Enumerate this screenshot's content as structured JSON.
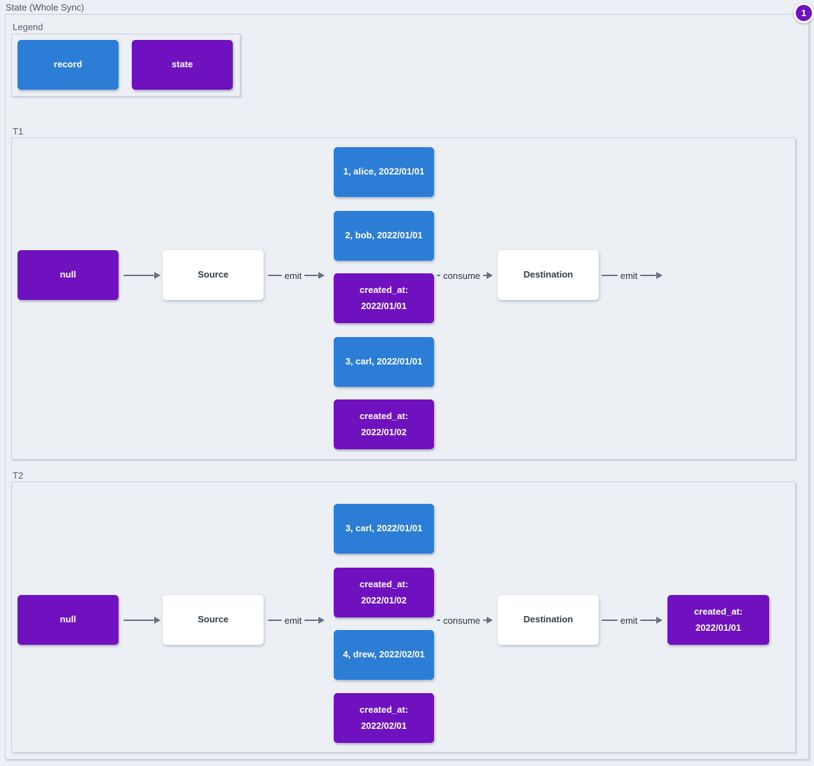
{
  "title": "State (Whole Sync)",
  "badge": {
    "label": "1"
  },
  "colors": {
    "record_blue": "#2b7dd6",
    "state_purple": "#7011bf",
    "canvas_background": "#ecf0f4",
    "container_border": "#c7cfd9",
    "arrow_gray": "#67727e"
  },
  "legend": {
    "label": "Legend",
    "items": [
      {
        "type": "record",
        "label": "record"
      },
      {
        "type": "state",
        "label": "state"
      }
    ]
  },
  "sections": {
    "t1": {
      "label": "T1",
      "nodes": {
        "null_state": "null",
        "source": "Source",
        "destination": "Destination"
      },
      "edges": {
        "emit_left": "emit",
        "consume": "consume",
        "emit_right": "emit"
      },
      "stack": [
        {
          "type": "record",
          "text": "1, alice, 2022/01/01"
        },
        {
          "type": "record",
          "text": "2, bob, 2022/01/01"
        },
        {
          "type": "state",
          "text": "created_at:\n2022/01/01"
        },
        {
          "type": "record",
          "text": "3, carl, 2022/01/01"
        },
        {
          "type": "state",
          "text": "created_at:\n2022/01/02"
        }
      ]
    },
    "t2": {
      "label": "T2",
      "nodes": {
        "null_state": "null",
        "source": "Source",
        "destination": "Destination"
      },
      "edges": {
        "emit_left": "emit",
        "consume": "consume",
        "emit_right": "emit"
      },
      "stack": [
        {
          "type": "record",
          "text": "3, carl, 2022/01/01"
        },
        {
          "type": "state",
          "text": "created_at:\n2022/01/02"
        },
        {
          "type": "record",
          "text": "4, drew, 2022/02/01"
        },
        {
          "type": "state",
          "text": "created_at:\n2022/02/01"
        }
      ],
      "emitted_state": {
        "type": "state",
        "text": "created_at:\n2022/01/01"
      }
    }
  }
}
